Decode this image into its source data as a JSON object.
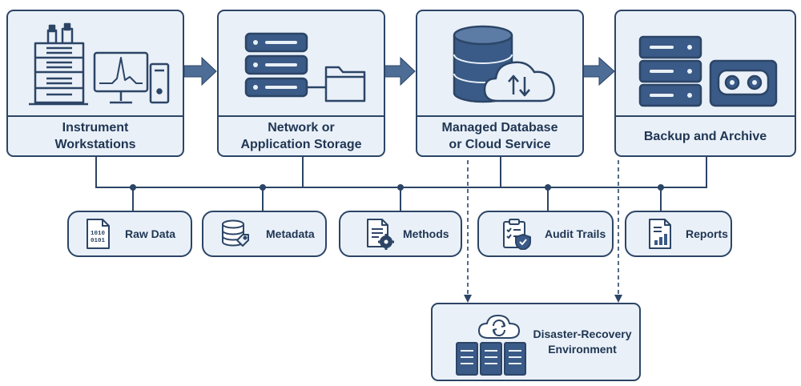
{
  "stages": [
    {
      "label": "Instrument\nWorkstations",
      "icon": "lab-instrument-workstation-icon"
    },
    {
      "label": "Network or\nApplication Storage",
      "icon": "server-with-folder-icon"
    },
    {
      "label": "Managed Database\nor Cloud Service",
      "icon": "database-cloud-sync-icon"
    },
    {
      "label": "Backup and Archive",
      "icon": "server-stack-tape-icon"
    }
  ],
  "data_types": [
    {
      "label": "Raw Data",
      "icon": "binary-file-icon",
      "binary_text": [
        "1010",
        "0101"
      ]
    },
    {
      "label": "Metadata",
      "icon": "database-tag-icon"
    },
    {
      "label": "Methods",
      "icon": "document-gear-icon"
    },
    {
      "label": "Audit Trails",
      "icon": "clipboard-shield-icon"
    },
    {
      "label": "Reports",
      "icon": "report-chart-icon"
    }
  ],
  "disaster_recovery": {
    "label": "Disaster-Recovery\nEnvironment",
    "icon": "server-rack-cloud-sync-icon"
  },
  "colors": {
    "outline": "#2c4566",
    "panel_fill": "#e9f0f8",
    "icon_fill": "#3a5a87",
    "text": "#1f3552",
    "arrow": "#4d6d96"
  }
}
